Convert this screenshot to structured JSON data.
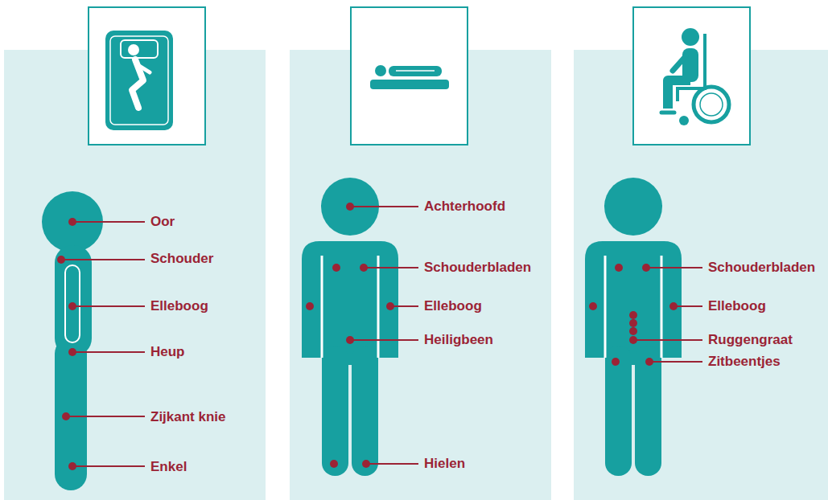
{
  "diagram": {
    "labels": [
      "Oor",
      "Schouder",
      "Elleboog",
      "Heup",
      "Zijkant knie",
      "Enkel",
      "Achterhoofd",
      "Schouderbladen",
      "Elleboog",
      "Heiligbeen",
      "Hielen",
      "Schouderbladen",
      "Elleboog",
      "Ruggengraat",
      "Zitbeentjes"
    ]
  }
}
